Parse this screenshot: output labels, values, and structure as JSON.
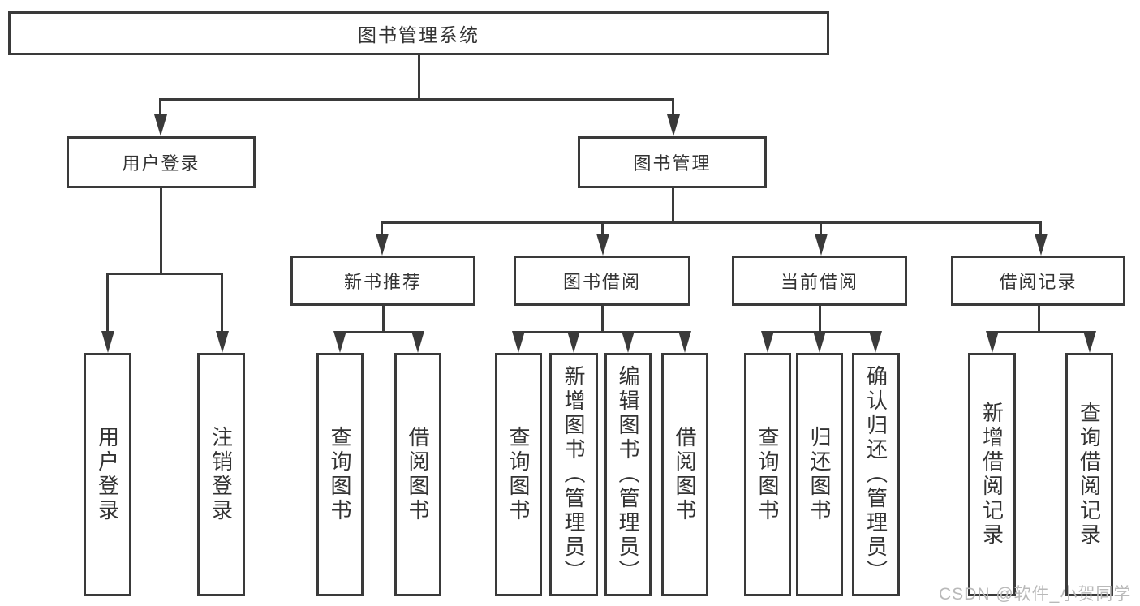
{
  "tree": {
    "label": "图书管理系统",
    "children": [
      {
        "label": "用户登录",
        "children": [
          {
            "label": "用户登录"
          },
          {
            "label": "注销登录"
          }
        ]
      },
      {
        "label": "图书管理",
        "children": [
          {
            "label": "新书推荐",
            "children": [
              {
                "label": "查询图书"
              },
              {
                "label": "借阅图书"
              }
            ]
          },
          {
            "label": "图书借阅",
            "children": [
              {
                "label": "查询图书"
              },
              {
                "label": "新增图书（管理员）"
              },
              {
                "label": "编辑图书（管理员）"
              },
              {
                "label": "借阅图书"
              }
            ]
          },
          {
            "label": "当前借阅",
            "children": [
              {
                "label": "查询图书"
              },
              {
                "label": "归还图书"
              },
              {
                "label": "确认归还（管理员）"
              }
            ]
          },
          {
            "label": "借阅记录",
            "children": [
              {
                "label": "新增借阅记录"
              },
              {
                "label": "查询借阅记录"
              }
            ]
          }
        ]
      }
    ]
  },
  "watermark": "CSDN @软件_小贺同学",
  "colors": {
    "line": "#3a3a3a",
    "text": "#333333",
    "watermark": "#b9b9b9",
    "background": "#ffffff"
  }
}
